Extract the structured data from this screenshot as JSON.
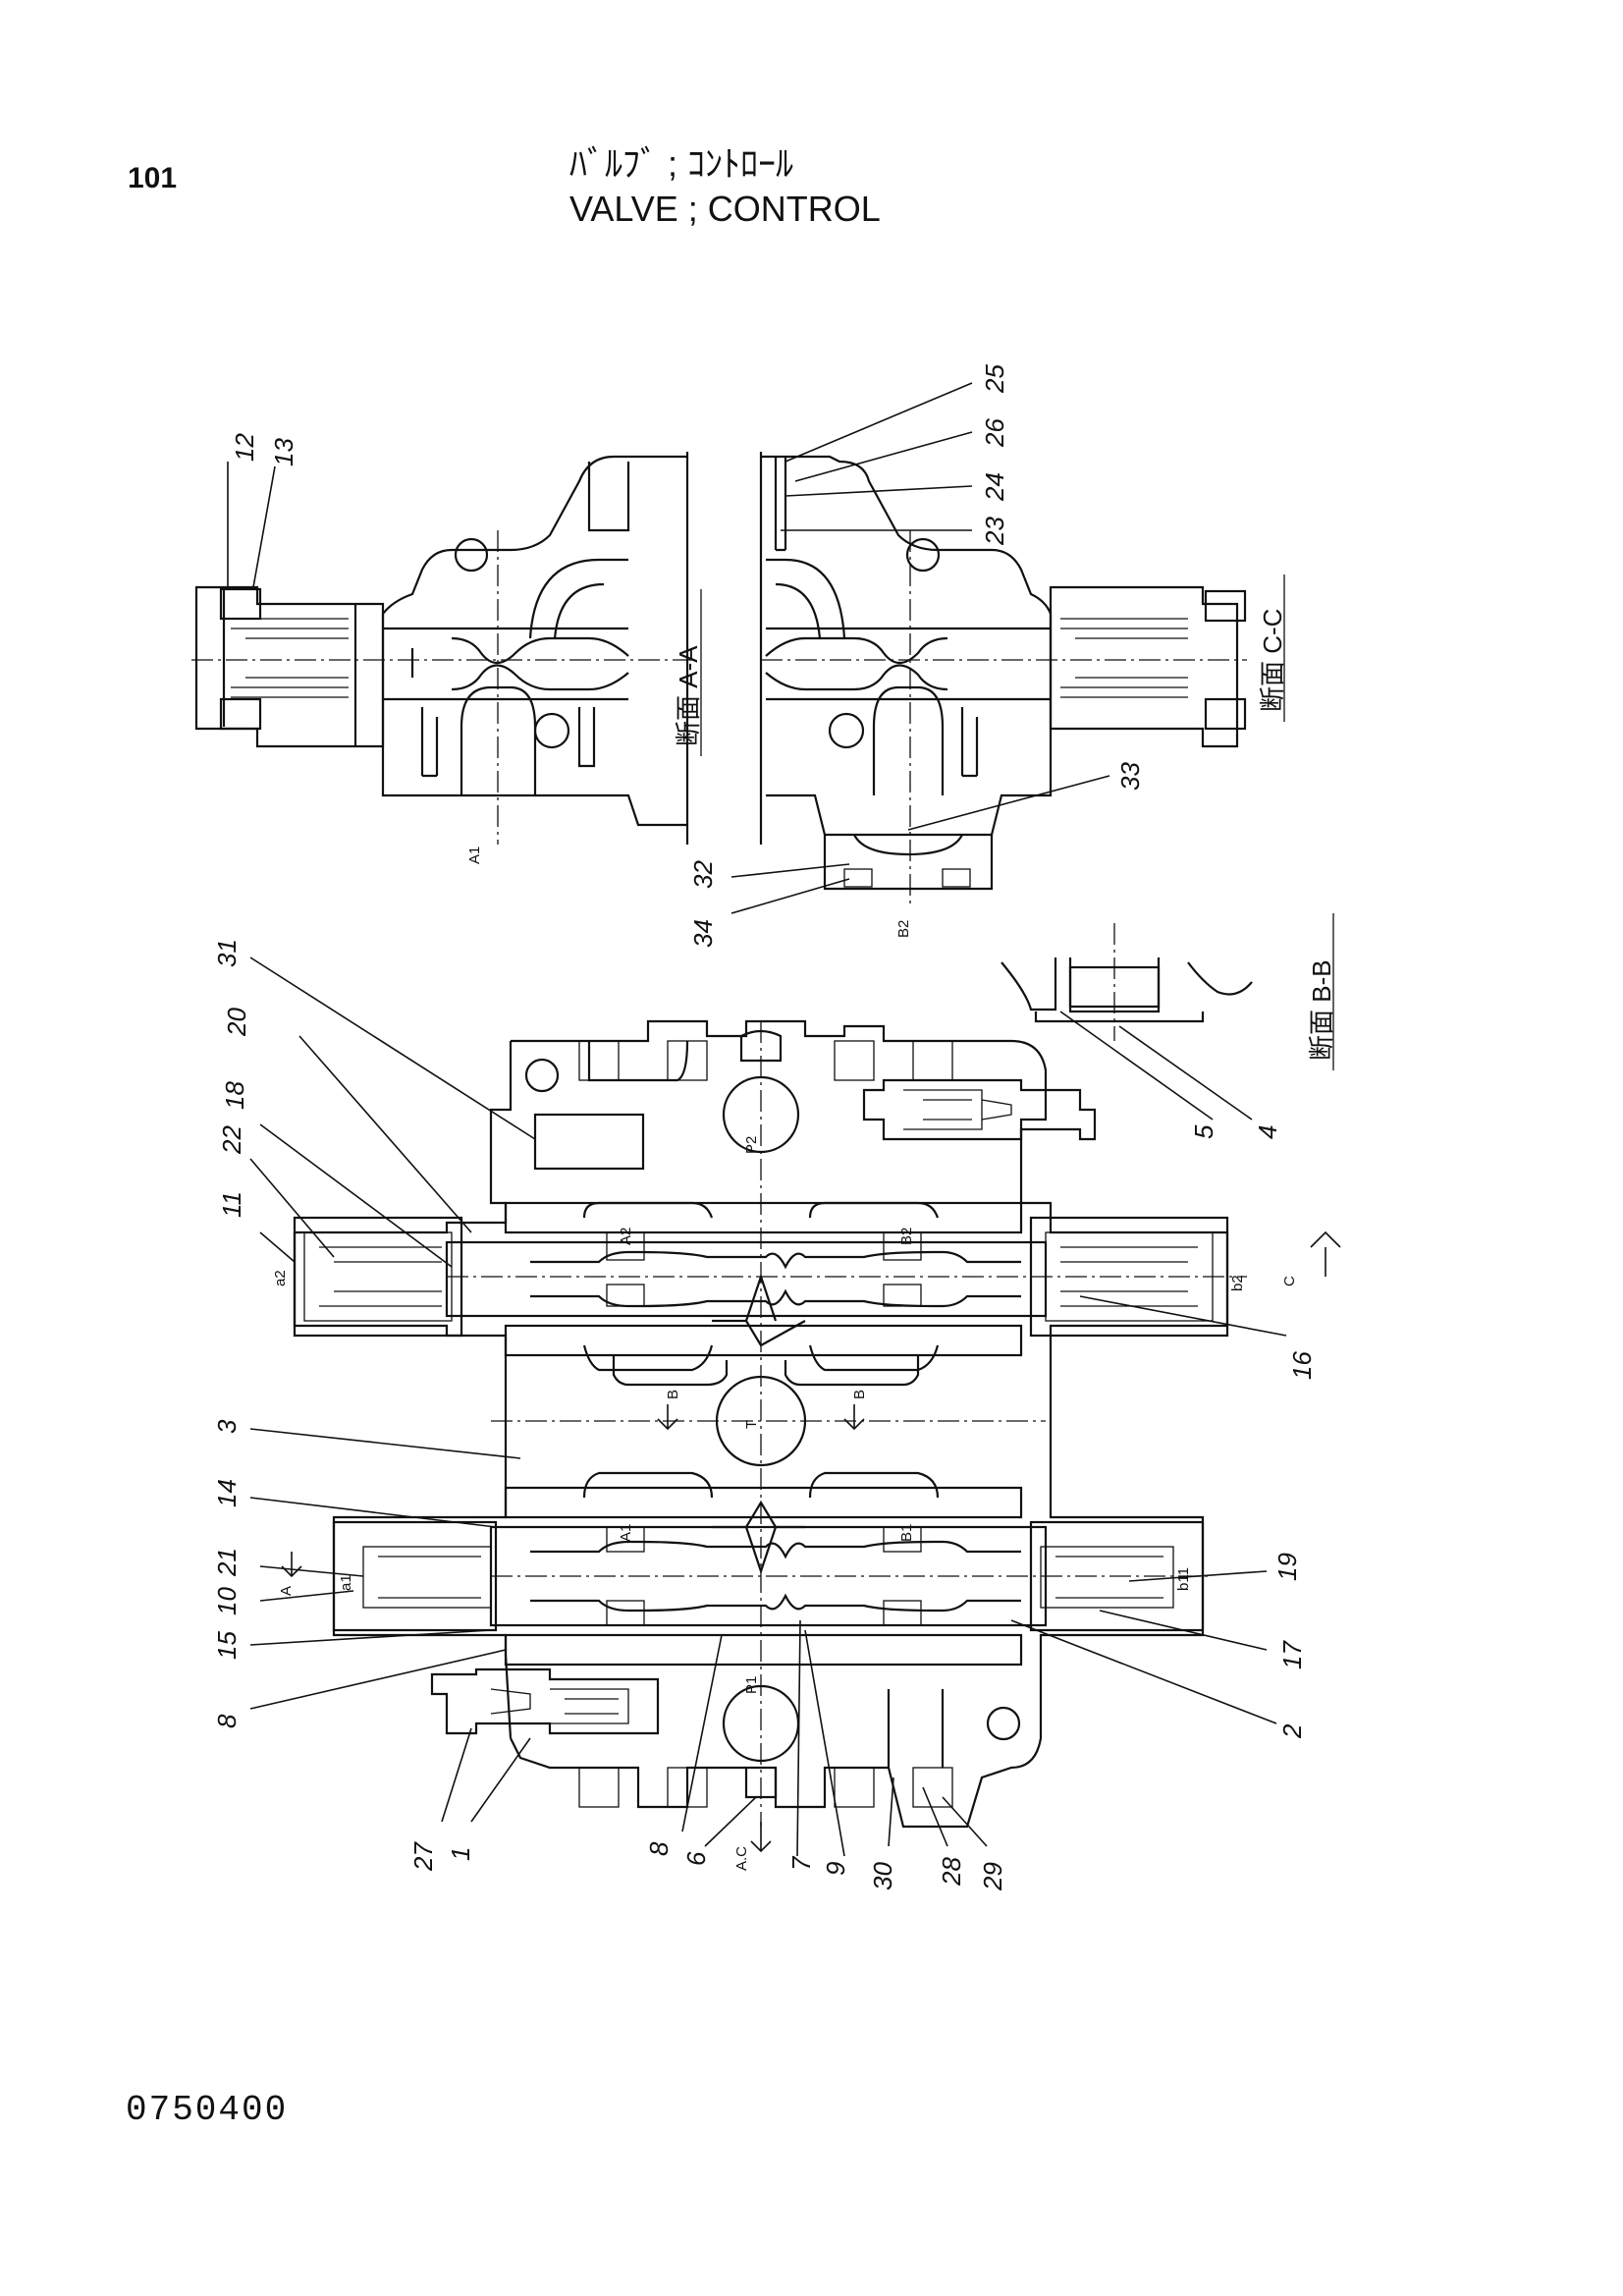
{
  "header": {
    "page_number": "101",
    "title_jp": "ﾊﾞﾙﾌﾞ ; ｺﾝﾄﾛｰﾙ",
    "title_en": "VALVE ; CONTROL"
  },
  "footer": {
    "doc_number": "0750400"
  },
  "sections": {
    "aa": "断面 A-A",
    "cc": "断面 C-C",
    "bb": "断面 B-B"
  },
  "port_labels": {
    "A1": "A1",
    "B2": "B2",
    "A2": "A2",
    "B2b": "B2",
    "P2": "P2",
    "a2": "a2",
    "b2": "b2",
    "T": "T",
    "A1b": "A1",
    "B1": "B1",
    "a1": "a1",
    "b1": "b11",
    "P1": "P1",
    "B": "B",
    "Bb": "B",
    "A": "A",
    "AC": "A.C",
    "C": "C"
  },
  "callouts": {
    "c1": "1",
    "c2": "2",
    "c3": "3",
    "c4": "4",
    "c5": "5",
    "c6": "6",
    "c7": "7",
    "c8a": "8",
    "c8b": "8",
    "c9": "9",
    "c10": "10",
    "c11": "11",
    "c12": "12",
    "c13": "13",
    "c14": "14",
    "c15": "15",
    "c16": "16",
    "c17": "17",
    "c18": "18",
    "c19": "19",
    "c20": "20",
    "c21": "21",
    "c22": "22",
    "c23": "23",
    "c24": "24",
    "c25": "25",
    "c26": "26",
    "c27": "27",
    "c28": "28",
    "c29": "29",
    "c30": "30",
    "c31": "31",
    "c32": "32",
    "c33": "33",
    "c34": "34"
  }
}
